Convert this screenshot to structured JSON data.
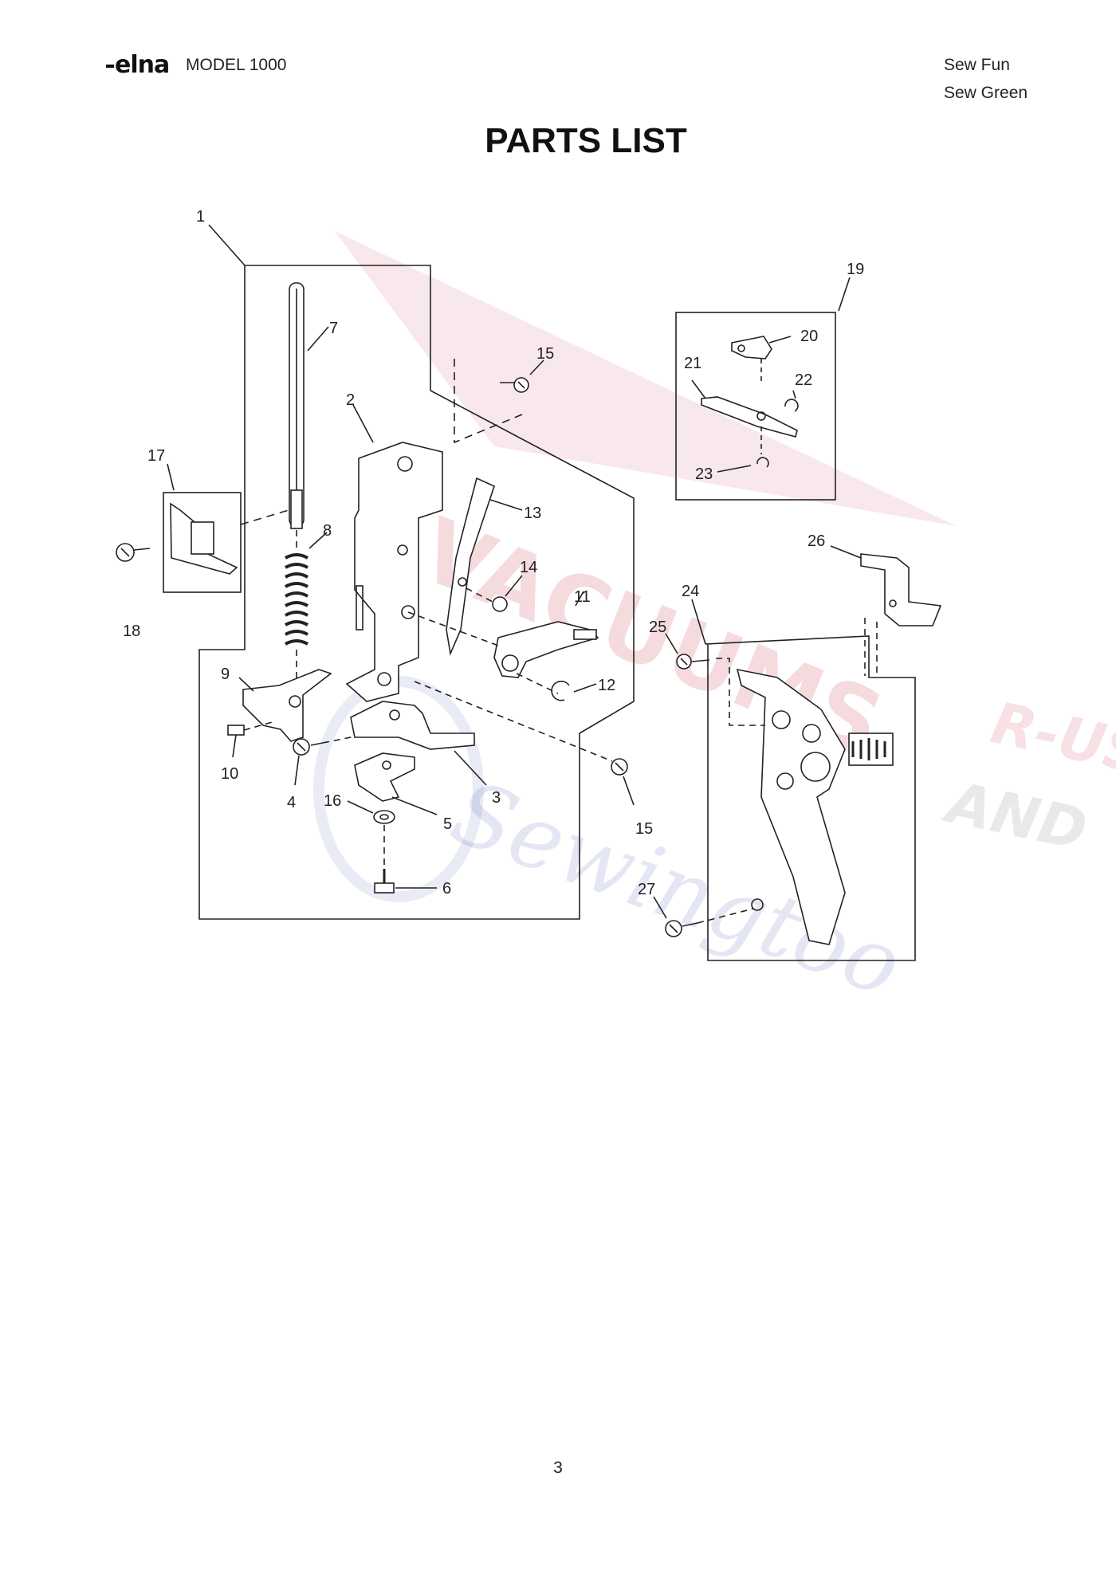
{
  "header": {
    "brand": "elna",
    "model": "MODEL 1000",
    "tagline_1": "Sew Fun",
    "tagline_2": "Sew Green"
  },
  "title": "PARTS LIST",
  "watermark": {
    "line_1": "VACUUMS",
    "line_2": "R-US",
    "line_3": "AND",
    "line_4": "Sewingtoo",
    "colors": {
      "red": "#c8203a",
      "blue": "#3a4aa8",
      "gray": "#888888"
    }
  },
  "callouts": [
    "1",
    "2",
    "3",
    "4",
    "5",
    "6",
    "7",
    "8",
    "9",
    "10",
    "11",
    "12",
    "13",
    "14",
    "15",
    "15",
    "16",
    "17",
    "18",
    "19",
    "20",
    "21",
    "22",
    "23",
    "24",
    "25",
    "26",
    "27"
  ],
  "page_number": "3"
}
